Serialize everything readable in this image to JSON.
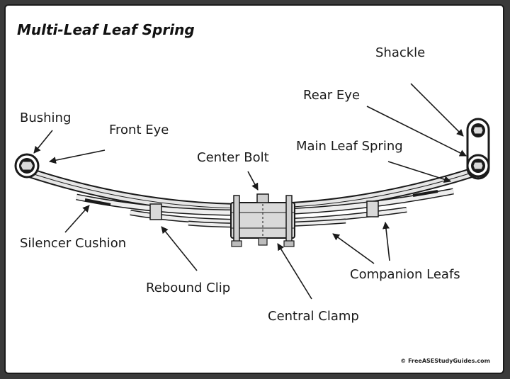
{
  "title": "Multi-Leaf Leaf Spring",
  "labels": {
    "shackle": "Shackle",
    "rear_eye": "Rear Eye",
    "bushing": "Bushing",
    "front_eye": "Front Eye",
    "main_leaf_spring": "Main Leaf Spring",
    "center_bolt": "Center Bolt",
    "silencer_cushion": "Silencer Cushion",
    "rebound_clip": "Rebound Clip",
    "companion_leafs": "Companion Leafs",
    "central_clamp": "Central Clamp"
  },
  "credit": "© FreeASEStudyGuides.com",
  "colors": {
    "line": "#1a1a1a",
    "metal": "#d9d9d9",
    "metal_dark": "#bdbdbd",
    "background": "#ffffff"
  }
}
